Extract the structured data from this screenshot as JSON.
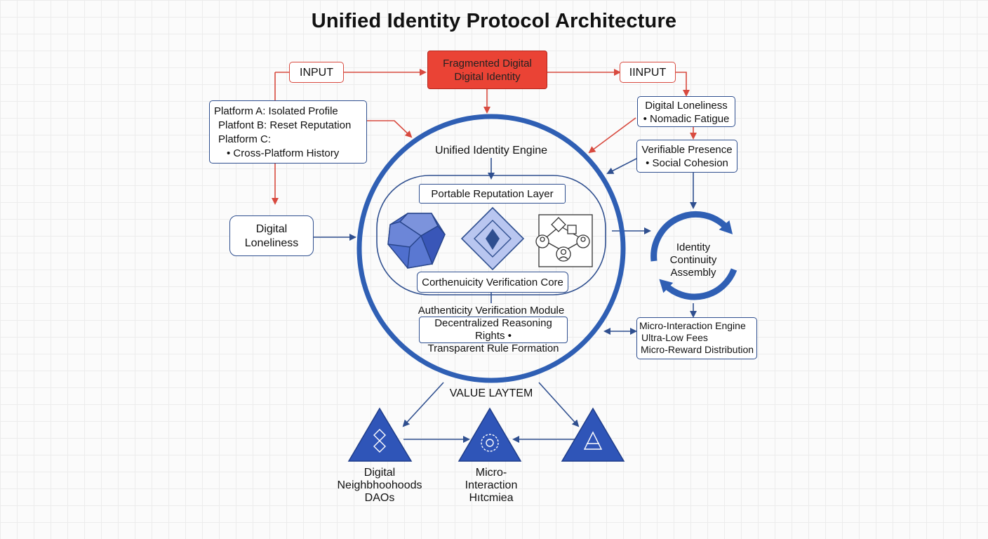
{
  "title": "Unified Identity Protocol Architecture",
  "inputs": {
    "left": "INPUT",
    "right": "IINPUT"
  },
  "fragmented": [
    "Fragmented Digital",
    "Digital Identity"
  ],
  "platforms": [
    "Platform A: Isolated Profile",
    "Platfont B: Reset Reputation",
    "Platform C:",
    "• Cross-Platform History"
  ],
  "loneliness_left": [
    "Digital",
    "Loneliness"
  ],
  "right_box_1": [
    "Digital Loneliness",
    "• Nomadic Fatigue"
  ],
  "right_box_2": [
    "Verifiable Presence",
    "• Social Cohesion"
  ],
  "engine": {
    "title": "Unified Identity Engine",
    "reputation_layer": "Portable Reputation Layer",
    "verification_core": "Corthenuicity Verification Core",
    "module_title": "Authenticity Verification Module",
    "module_lines": [
      "Decentralized Reasoning Rights •",
      "Transparent Rule Formation"
    ]
  },
  "continuity": [
    "Identity",
    "Continuity",
    "Assembly"
  ],
  "micro_engine": [
    "Micro-Interaction Engine",
    "Ultra-Low Fees",
    "Micro-Reward Distribution"
  ],
  "value_layer": "VALUE LAYTEM",
  "outputs": [
    {
      "lines": [
        "Digital",
        "Neighbhoohoods",
        "DAOs"
      ]
    },
    {
      "lines": [
        "Micro-",
        "Interaction",
        "Hıtcmiea"
      ]
    }
  ],
  "colors": {
    "blue": "#2f5fb4",
    "dark_blue": "#2f4f8f",
    "red": "#d84a3f",
    "red_fill": "#ea4335"
  }
}
